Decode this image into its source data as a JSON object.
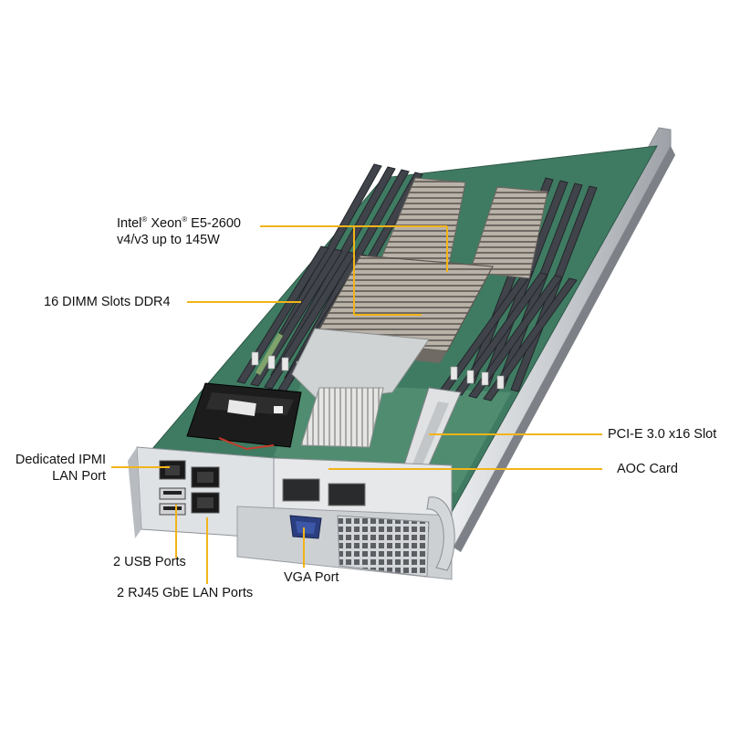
{
  "callouts": {
    "cpu_line1_a": "Intel",
    "cpu_sup_1": "®",
    "cpu_line1_b": " Xeon",
    "cpu_sup_2": "®",
    "cpu_line1_c": " E5-2600",
    "cpu_line2": "v4/v3 up to 145W",
    "dimm": "16 DIMM Slots DDR4",
    "ipmi_line1": "Dedicated IPMI",
    "ipmi_line2": "LAN Port",
    "pcie": "PCI-E 3.0 x16 Slot",
    "aoc": "AOC Card",
    "usb": "2 USB Ports",
    "vga": "VGA Port",
    "rj45": "2 RJ45 GbE LAN Ports"
  },
  "colors": {
    "leader_line": "#f2b418",
    "chassis": "#c9ccd0",
    "pcb": "#3f7b62",
    "dimm": "#40444a",
    "heatsink": "#a8a29a",
    "battery": "#1c1c1c"
  }
}
